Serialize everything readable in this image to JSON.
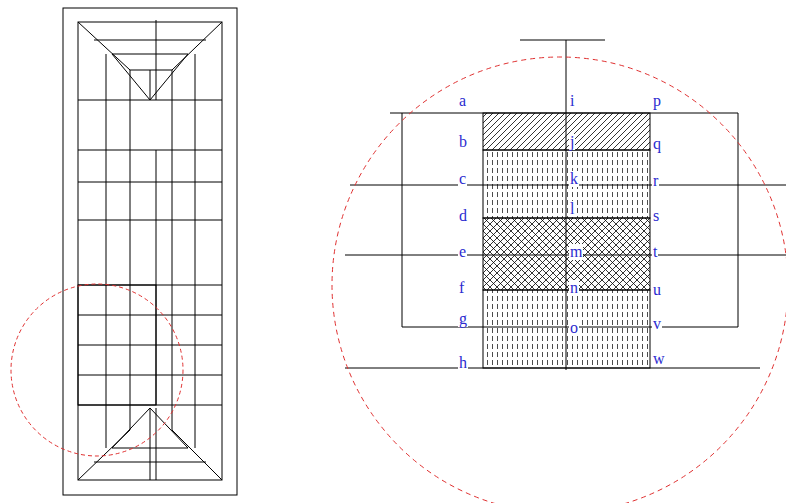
{
  "diagram": {
    "labels": [
      "a",
      "b",
      "c",
      "d",
      "e",
      "f",
      "g",
      "h",
      "i",
      "j",
      "k",
      "l",
      "m",
      "n",
      "o",
      "p",
      "q",
      "r",
      "s",
      "t",
      "u",
      "v",
      "w"
    ]
  }
}
